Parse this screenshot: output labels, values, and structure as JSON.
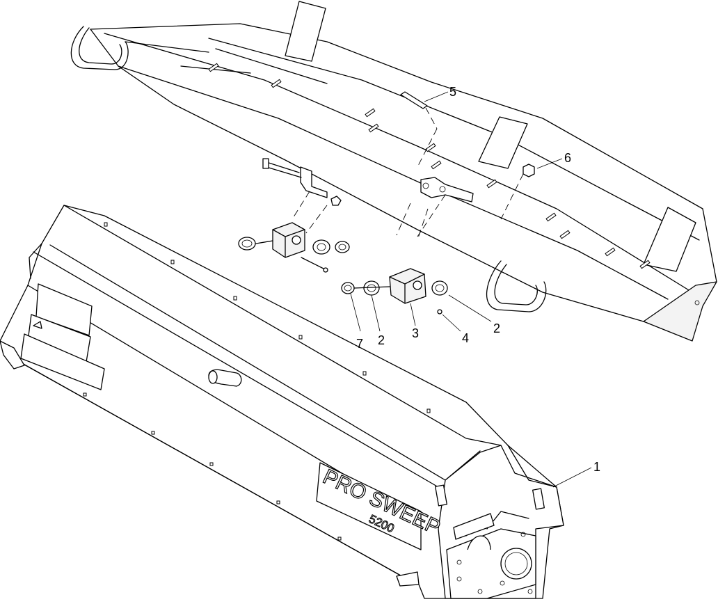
{
  "diagram": {
    "callouts": [
      {
        "id": "callout-1",
        "label": "1"
      },
      {
        "id": "callout-2a",
        "label": "2"
      },
      {
        "id": "callout-2b",
        "label": "2"
      },
      {
        "id": "callout-3",
        "label": "3"
      },
      {
        "id": "callout-4",
        "label": "4"
      },
      {
        "id": "callout-5",
        "label": "5"
      },
      {
        "id": "callout-6",
        "label": "6"
      },
      {
        "id": "callout-7",
        "label": "7"
      }
    ],
    "brand": {
      "name": "PRO SWEEP",
      "model": "5200"
    },
    "colors": {
      "line": "#000000",
      "background": "#ffffff"
    }
  }
}
